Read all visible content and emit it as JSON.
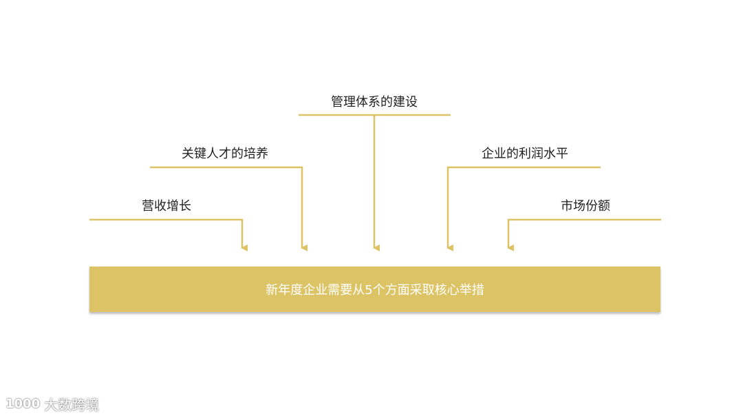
{
  "diagram": {
    "branches": [
      {
        "label": "营收增长",
        "position": "far-left"
      },
      {
        "label": "关键人才的培养",
        "position": "left"
      },
      {
        "label": "管理体系的建设",
        "position": "center"
      },
      {
        "label": "企业的利润水平",
        "position": "right"
      },
      {
        "label": "市场份额",
        "position": "far-right"
      }
    ],
    "target": {
      "label": "新年度企业需要从5个方面采取核心举措"
    },
    "colors": {
      "accent": "#dcc466",
      "line": "#dcc466",
      "text": "#222222"
    }
  },
  "watermark": {
    "logo": "1000",
    "text": "大数跨境"
  }
}
